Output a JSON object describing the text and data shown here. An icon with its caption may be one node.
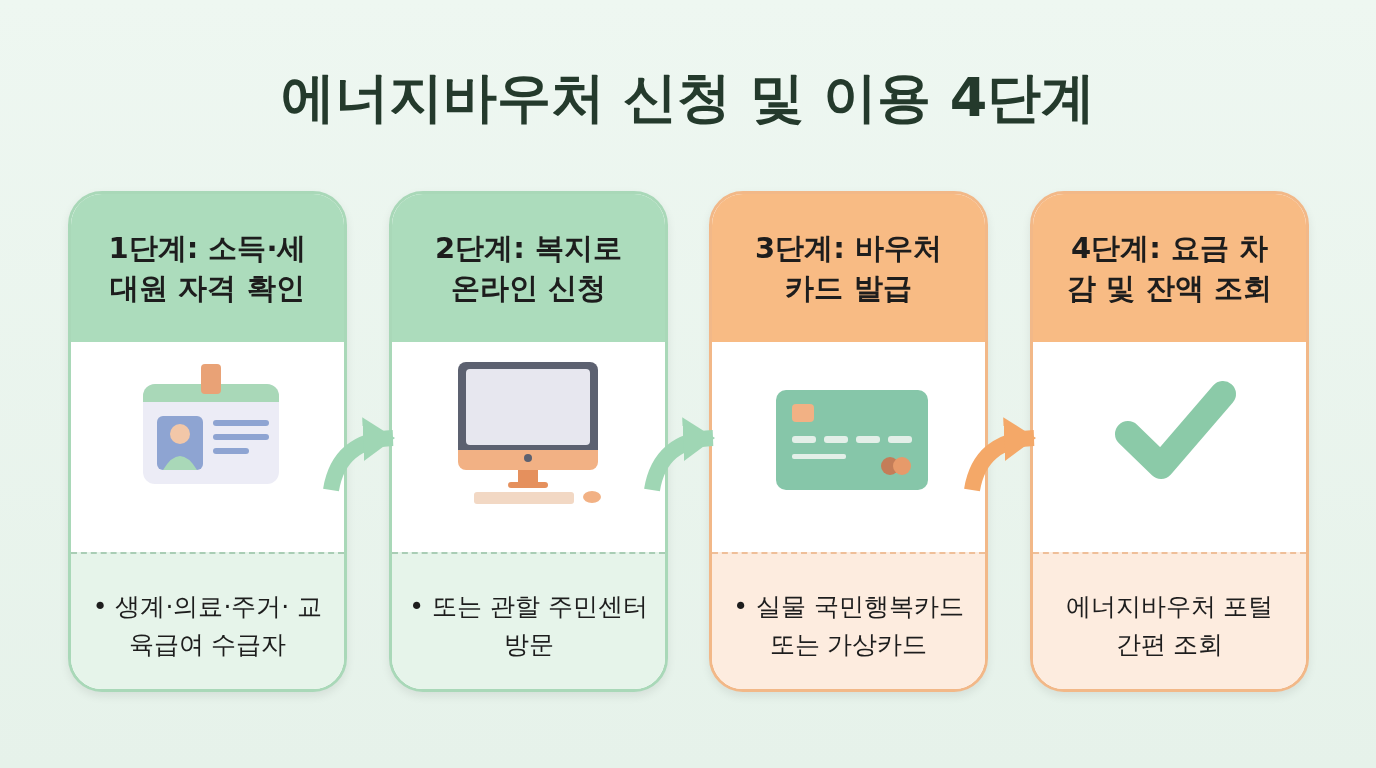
{
  "diagram": {
    "title": "에너지바우처 신청 및 이용 4단계",
    "nodes": [
      {
        "text": [
          "1단계: 소득·세대원 자격 확인",
          "• 생계·의료·주거· 교육급여 수급자"
        ]
      },
      {
        "text": [
          "2단계: 복지로 온라인 신청",
          "• 또는 관할 주민센터 방문"
        ]
      },
      {
        "text": [
          "3단계: 바우처 카드 발급",
          "• 실물 국민행복카드 또는 가상카드"
        ]
      },
      {
        "text": [
          "4단계: 요금 차감 및 잔액 조회",
          "에너지바우처 포털 간편 조회"
        ]
      }
    ],
    "edges": [
      {
        "from": 0,
        "to": 1,
        "arrow": "to"
      },
      {
        "from": 1,
        "to": 2,
        "arrow": "to"
      },
      {
        "from": 2,
        "to": 3,
        "arrow": "to",
        "color": "#f4a868"
      }
    ]
  }
}
